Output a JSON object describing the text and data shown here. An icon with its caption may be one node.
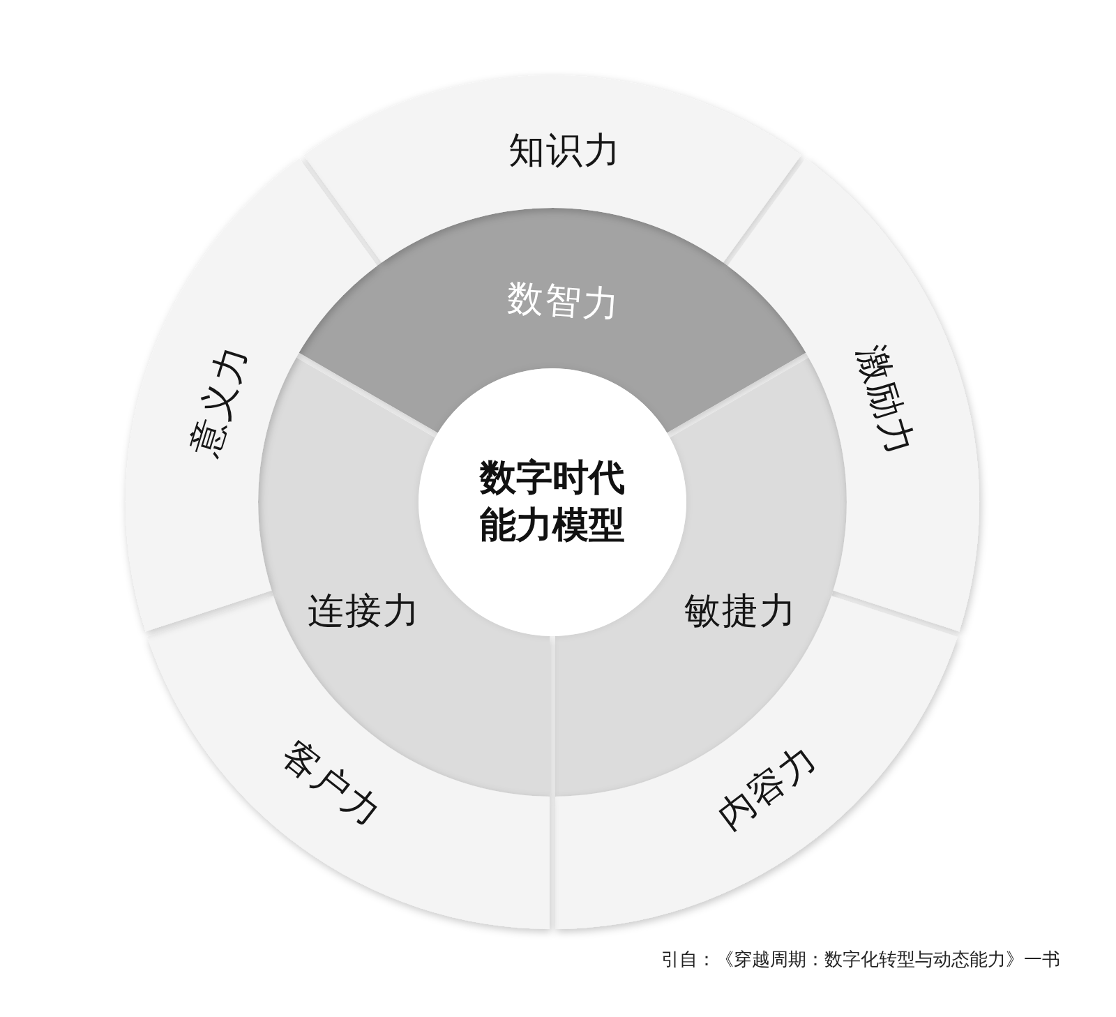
{
  "diagram": {
    "nodes": [
      {
        "text": [
          "数字时代能力模型"
        ]
      },
      {
        "text": [
          "数智力"
        ]
      },
      {
        "text": [
          "敏捷力"
        ]
      },
      {
        "text": [
          "连接力"
        ]
      },
      {
        "text": [
          "知识力"
        ]
      },
      {
        "text": [
          "激励力"
        ]
      },
      {
        "text": [
          "内容力"
        ]
      },
      {
        "text": [
          "客户力"
        ]
      },
      {
        "text": [
          "意义力"
        ]
      }
    ],
    "caption": "引自：《穿越周期：数字化转型与动态能力》一书"
  }
}
